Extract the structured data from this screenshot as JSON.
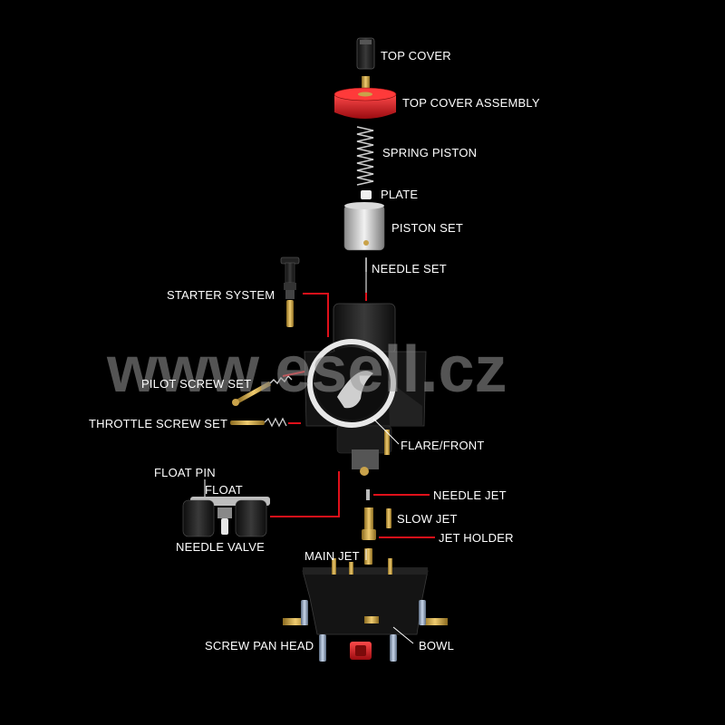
{
  "watermark": "www.esell.cz",
  "labels": {
    "top_cover": "TOP COVER",
    "top_cover_assembly": "TOP COVER ASSEMBLY",
    "spring_piston": "SPRING PISTON",
    "plate": "PLATE",
    "piston_set": "PISTON SET",
    "needle_set": "NEEDLE SET",
    "starter_system": "STARTER SYSTEM",
    "pilot_screw_set": "PILOT SCREW SET",
    "throttle_screw_set": "THROTTLE SCREW SET",
    "flare_front": "FLARE/FRONT",
    "float_pin": "FLOAT PIN",
    "float": "FLOAT",
    "needle_valve": "NEEDLE VALVE",
    "needle_jet": "NEEDLE JET",
    "slow_jet": "SLOW JET",
    "jet_holder": "JET HOLDER",
    "main_jet": "MAIN JET",
    "screw_pan_head": "SCREW PAN HEAD",
    "bowl": "BOWL"
  },
  "colors": {
    "background": "#000000",
    "leader_red": "#e0101a",
    "accent_red": "#c8141c",
    "brass": "#c9a24a",
    "body_black": "#1a1a1a"
  }
}
